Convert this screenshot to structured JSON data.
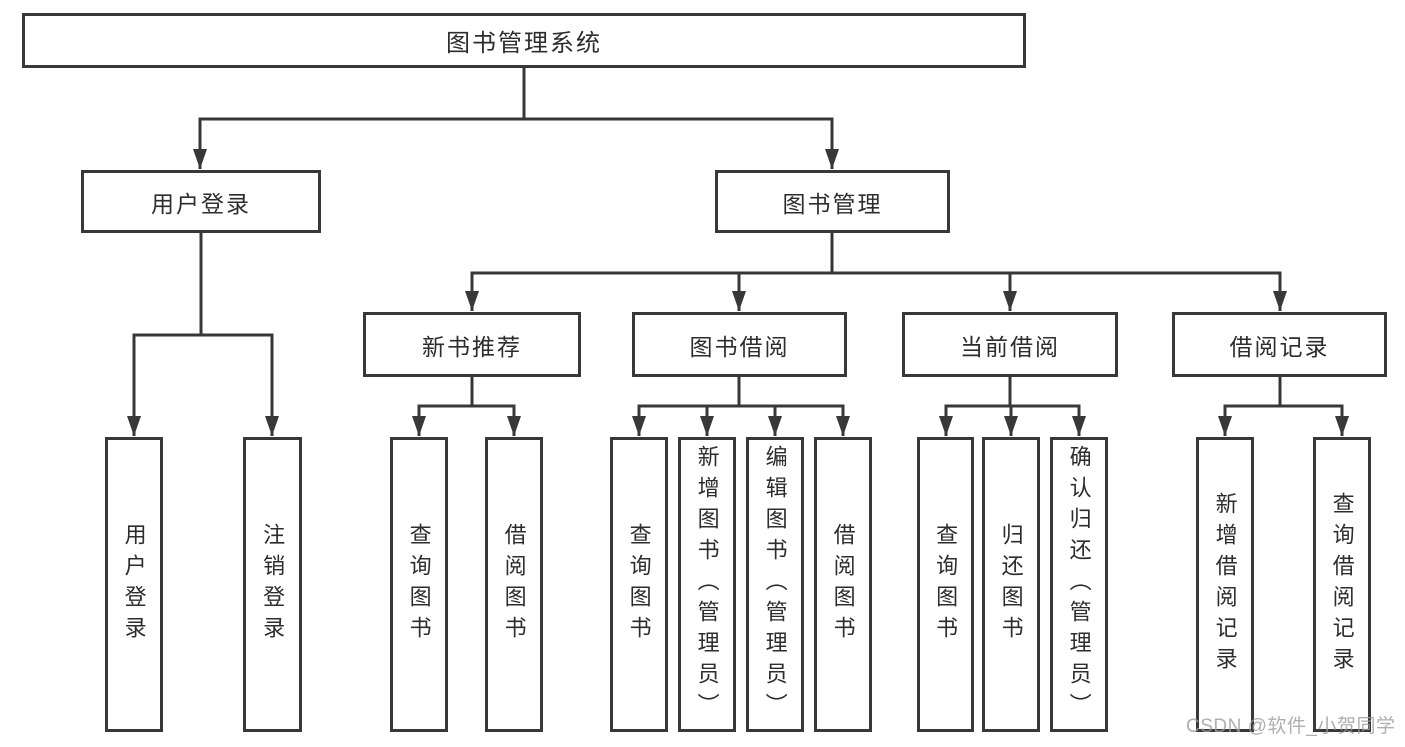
{
  "tree": {
    "root": {
      "label": "图书管理系统"
    },
    "branches": [
      {
        "label": "用户登录",
        "leaves": [
          {
            "label": "用户登录"
          },
          {
            "label": "注销登录"
          }
        ]
      },
      {
        "label": "图书管理",
        "children": [
          {
            "label": "新书推荐",
            "leaves": [
              {
                "label": "查询图书"
              },
              {
                "label": "借阅图书"
              }
            ]
          },
          {
            "label": "图书借阅",
            "leaves": [
              {
                "label": "查询图书"
              },
              {
                "label": "新增图书（管理员）"
              },
              {
                "label": "编辑图书（管理员）"
              },
              {
                "label": "借阅图书"
              }
            ]
          },
          {
            "label": "当前借阅",
            "leaves": [
              {
                "label": "查询图书"
              },
              {
                "label": "归还图书"
              },
              {
                "label": "确认归还（管理员）"
              }
            ]
          },
          {
            "label": "借阅记录",
            "leaves": [
              {
                "label": "新增借阅记录"
              },
              {
                "label": "查询借阅记录"
              }
            ]
          }
        ]
      }
    ]
  },
  "watermark": {
    "text": "CSDN @软件_小贺同学"
  },
  "colors": {
    "line": "#383838",
    "text": "#2d2d2d",
    "box_background": "#ffffff",
    "page_background": "#ffffff",
    "watermark": "#9e9e9e"
  }
}
